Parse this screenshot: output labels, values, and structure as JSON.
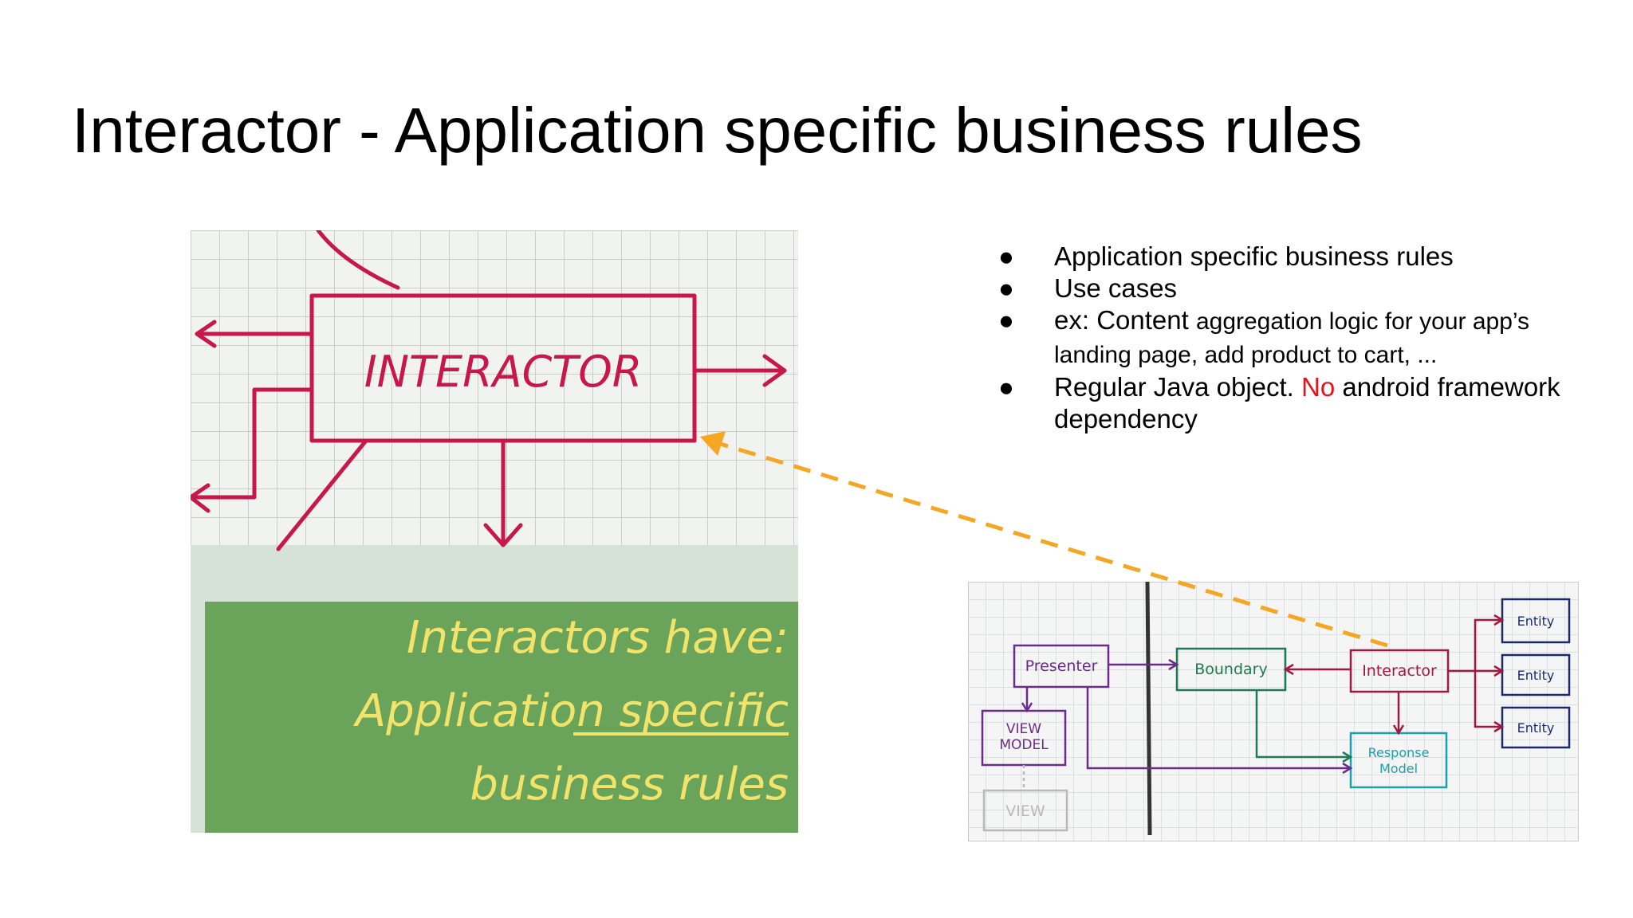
{
  "slide": {
    "title": "Interactor - Application specific business rules",
    "bullets": [
      {
        "text": "Application specific business rules"
      },
      {
        "text": "Use cases"
      },
      {
        "text_prefix": "ex: Content",
        "text_rest": "aggregation logic for your app’s landing page, add product to cart, ..."
      },
      {
        "text_prefix": "Regular Java object.",
        "text_highlight": "No",
        "text_rest": "android framework dependency"
      }
    ],
    "colors": {
      "highlight": "#e8121b",
      "arrow": "#f5a623",
      "hand_red": "#c8174a",
      "green_panel": "#6aa35a",
      "panel_text": "#f2e36a"
    }
  },
  "left_image": {
    "box_label": "INTERACTOR",
    "caption_line1": "Interactors have:",
    "caption_line2": "Application specific",
    "caption_line3": "business rules"
  },
  "right_image": {
    "presenter": "Presenter",
    "boundary": "Boundary",
    "interactor": "Interactor",
    "view_model_1": "VIEW",
    "view_model_2": "MODEL",
    "view": "VIEW",
    "response_1": "Response",
    "response_2": "Model",
    "entity_1": "Entity",
    "entity_2": "Entity",
    "entity_3": "Entity"
  }
}
